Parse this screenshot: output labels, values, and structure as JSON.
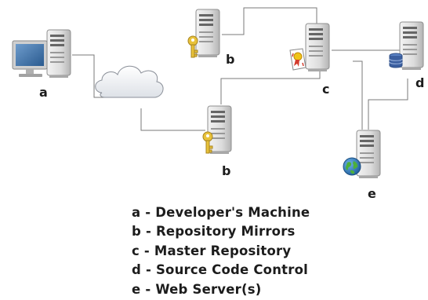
{
  "nodes": {
    "developer_machine": {
      "label": "a"
    },
    "mirror_top": {
      "label": "b"
    },
    "mirror_bottom": {
      "label": "b"
    },
    "master_repository": {
      "label": "c"
    },
    "source_control": {
      "label": "d"
    },
    "web_server": {
      "label": "e"
    }
  },
  "legend": [
    "a - Developer's Machine",
    "b - Repository Mirrors",
    "c - Master Repository",
    "d - Source Code Control",
    "e - Web Server(s)"
  ],
  "colors": {
    "connector": "#7a7a7a",
    "server_body": "#dcdcdc",
    "cloud": "#eef0f4",
    "monitor_screen": "#3a6ea5",
    "key": "#e8c23a",
    "globe": "#2f7fc1",
    "database": "#3b5fa0"
  }
}
